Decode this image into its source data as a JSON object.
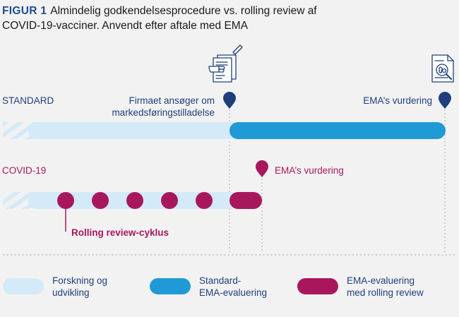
{
  "title": {
    "figure_number": "FIGUR 1",
    "line1": "Almindelig godkendelsesprocedure vs. rolling review af",
    "line2": "COVID-19-vacciner. Anvendt efter aftale med EMA"
  },
  "rows": {
    "standard": {
      "label": "STANDARD",
      "application_label_line1": "Firmaet ansøger om",
      "application_label_line2": "markedsføringstilladelse",
      "assessment_label": "EMA’s vurdering"
    },
    "covid": {
      "label": "COVID-19",
      "assessment_label": "EMA’s vurdering",
      "rolling_label": "Rolling review-cyklus",
      "rolling_cycles": 5
    }
  },
  "legend": [
    {
      "line1": "Forskning og",
      "line2": "udvikling",
      "color": "#d4eaf8"
    },
    {
      "line1": "Standard-",
      "line2": "EMA-evaluering",
      "color": "#1f9ad6"
    },
    {
      "line1": "EMA-evaluering",
      "line2": "med rolling review",
      "color": "#a8175c"
    }
  ],
  "colors": {
    "navy": "#1f3f7a",
    "magenta": "#a8175c",
    "light_blue": "#d4eaf8",
    "blue": "#1f9ad6",
    "dotted_line": "#b8b8b8",
    "background": "#f2f2f2"
  },
  "icons": [
    "document-pen-icon",
    "document-magnifier-icon"
  ]
}
